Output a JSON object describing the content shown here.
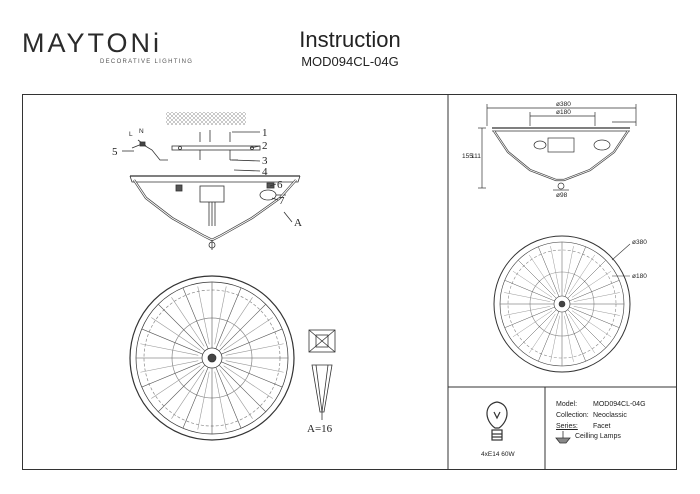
{
  "brand": {
    "name": "MAYTONi",
    "tagline": "DECORATIVE LIGHTING"
  },
  "header": {
    "title": "Instruction",
    "model": "MOD094CL-04G"
  },
  "assembly": {
    "callouts": [
      "1",
      "2",
      "3",
      "4",
      "5",
      "6",
      "7",
      "A"
    ],
    "wire_labels": [
      "L",
      "N"
    ],
    "quantity_label": "A=16"
  },
  "dimensions": {
    "top_width": "ø380",
    "inner_width": "ø180",
    "height": "155",
    "height2": "111",
    "bottom": "ø98",
    "plan_outer": "ø380",
    "plan_inner": "ø180"
  },
  "bulb": {
    "spec": "4xE14 60W"
  },
  "specs": {
    "model_label": "Model:",
    "model_value": "MOD094CL-04G",
    "collection_label": "Collection:",
    "collection_value": "Neoclassic",
    "series_label": "Series:",
    "series_value": "Facet",
    "type_value": "Ceilling Lamps"
  }
}
